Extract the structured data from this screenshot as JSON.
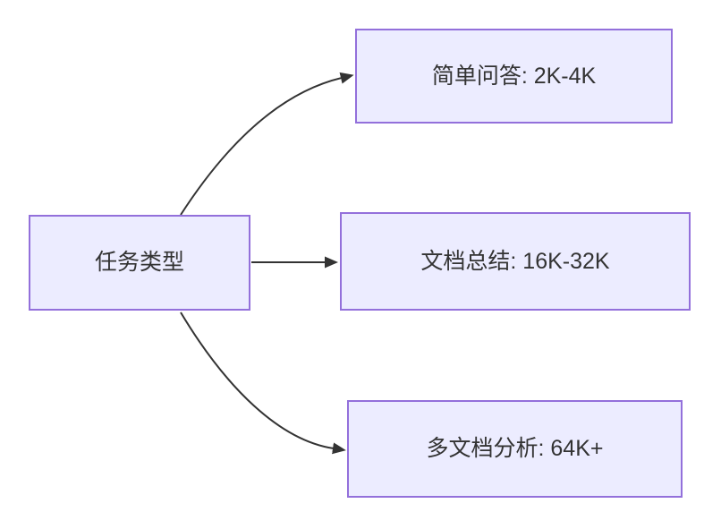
{
  "diagram": {
    "type": "flowchart",
    "direction": "left-to-right",
    "nodes": [
      {
        "id": "root",
        "label": "任务类型"
      },
      {
        "id": "simple-qa",
        "label": "简单问答: 2K-4K"
      },
      {
        "id": "doc-summary",
        "label": "文档总结: 16K-32K"
      },
      {
        "id": "multi-doc",
        "label": "多文档分析: 64K+"
      }
    ],
    "edges": [
      {
        "from": "root",
        "to": "simple-qa"
      },
      {
        "from": "root",
        "to": "doc-summary"
      },
      {
        "from": "root",
        "to": "multi-doc"
      }
    ],
    "colors": {
      "node_fill": "#ECECFF",
      "node_border": "#9370DB",
      "edge_line": "#333333",
      "text": "#333333",
      "background": "#FFFFFF"
    }
  }
}
